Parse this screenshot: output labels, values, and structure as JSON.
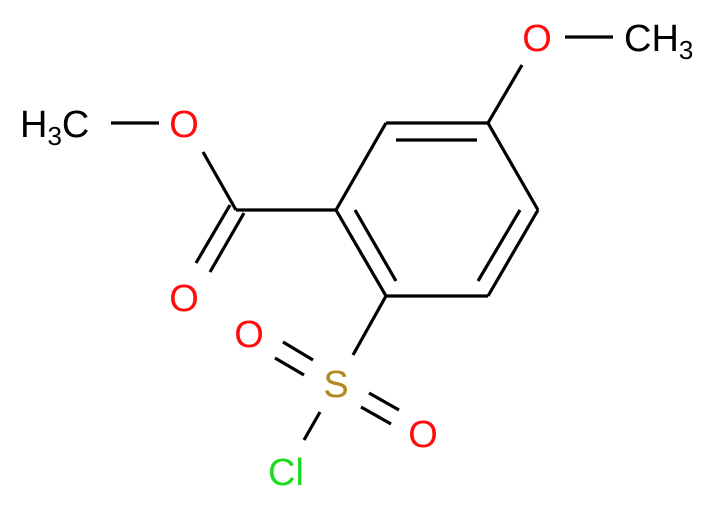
{
  "molecule": {
    "atoms": {
      "methyl_ester": {
        "main": "H",
        "sub": "3",
        "tail": "C"
      },
      "ester_o": "O",
      "carbonyl_o": "O",
      "methoxy_o": "O",
      "methoxy_ch3": {
        "main": "CH",
        "sub": "3"
      },
      "sulfur": "S",
      "sulfonyl_o1": "O",
      "sulfonyl_o2": "O",
      "chlorine": "Cl"
    },
    "colors": {
      "oxygen": "#ff0d0d",
      "sulfur": "#b2891e",
      "chlorine": "#1fdb1f",
      "carbon": "#000000"
    }
  }
}
